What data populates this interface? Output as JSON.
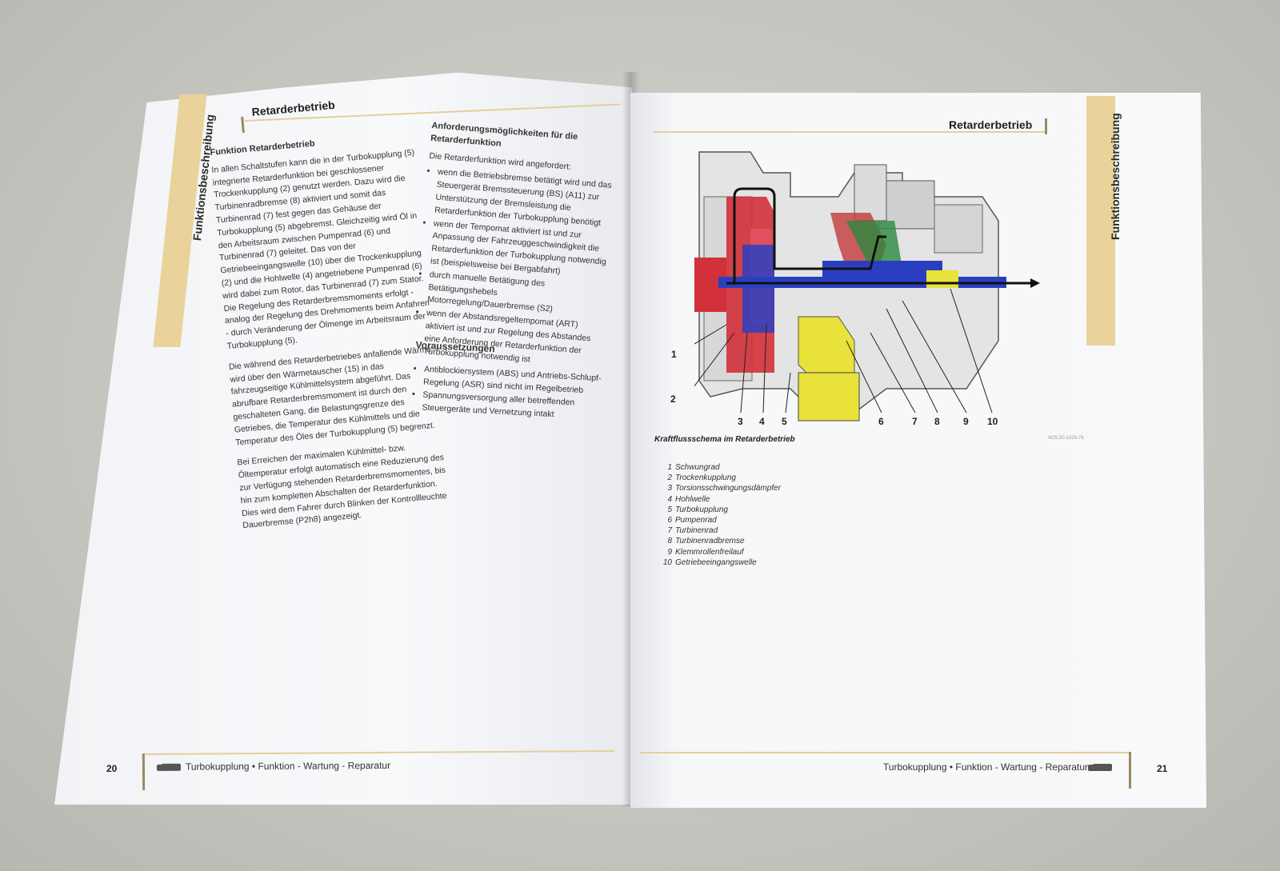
{
  "left_page": {
    "side_tab": "Funktionsbeschreibung",
    "header": "Retarderbetrieb",
    "col1": {
      "subheading": "Funktion Retarderbetrieb",
      "p1": "In allen Schaltstufen kann die in der Turbokupplung (5) integrierte Retarderfunktion bei geschlossener Trockenkupplung (2) genutzt werden. Dazu wird die Turbinenradbremse (8) aktiviert und somit das Turbinenrad (7) fest gegen das Gehäuse der Turbokupplung (5) abgebremst. Gleichzeitig wird Öl in den Arbeitsraum zwischen Pumpenrad (6) und Turbinenrad (7) geleitet. Das von der Getriebeeingangswelle (10) über die Trockenkupplung (2) und die Hohlwelle (4) angetriebene Pumpenrad (6) wird dabei zum Rotor, das Turbinenrad (7) zum Stator. Die Regelung des Retarderbremsmoments erfolgt - analog der Regelung des Drehmoments beim Anfahren - durch Veränderung der Ölmenge im Arbeitsraum der Turbokupplung (5).",
      "p2": "Die während des Retarderbetriebes anfallende Wärme wird über den Wärmetauscher (15) in das fahrzeugseitige Kühlmittelsystem abgeführt. Das abrufbare Retarderbremsmoment ist durch den geschalteten Gang, die Belastungsgrenze des Getriebes, die Temperatur des Kühlmittels und die Temperatur des Öles der Turbokupplung (5) begrenzt.",
      "p3": "Bei Erreichen der maximalen Kühlmittel- bzw. Öltemperatur erfolgt automatisch eine Reduzierung des zur Verfügung stehenden Retarderbremsmomentes, bis hin zum kompletten Abschalten der Retarderfunktion. Dies wird dem Fahrer durch Blinken der Kontrollleuchte Dauerbremse (P2h8) angezeigt."
    },
    "col2": {
      "subheading": "Anforderungsmöglichkeiten für die Retarderfunktion",
      "intro": "Die Retarderfunktion wird angefordert:",
      "bullets": [
        "wenn die Betriebsbremse betätigt wird und das Steuergerät Bremssteuerung (BS) (A11) zur Unterstützung der Bremsleistung die Retarderfunktion der Turbokupplung benötigt",
        "wenn der Tempomat aktiviert ist und zur Anpassung der Fahrzeuggeschwindigkeit die Retarderfunktion der Turbokupplung notwendig ist (beispielsweise bei Bergabfahrt)",
        "durch manuelle Betätigung des Betätigungshebels Motorregelung/Dauerbremse (S2)",
        "wenn der Abstandsregeltempomat (ART) aktiviert ist und zur Regelung des Abstandes eine Anforderung der Retarderfunktion der Turbokupplung notwendig ist"
      ],
      "subheading2": "Voraussetzungen",
      "bullets2": [
        "Antiblockiersystem (ABS) und Antriebs-Schlupf-Regelung (ASR) sind nicht im Regelbetrieb",
        "Spannungsversorgung aller betreffenden Steuergeräte und Vernetzung intakt"
      ]
    },
    "page_number": "20",
    "footer": "Turbokupplung • Funktion - Wartung - Reparatur"
  },
  "right_page": {
    "side_tab": "Funktionsbeschreibung",
    "header": "Retarderbetrieb",
    "figure_caption": "Kraftflussschema im Retarderbetrieb",
    "figure_id": "W25.50-1029-76",
    "callouts": [
      "1",
      "2",
      "3",
      "4",
      "5",
      "6",
      "7",
      "8",
      "9",
      "10"
    ],
    "legend": [
      {
        "n": "1",
        "label": "Schwungrad"
      },
      {
        "n": "2",
        "label": "Trockenkupplung"
      },
      {
        "n": "3",
        "label": "Torsionsschwingungsdämpfer"
      },
      {
        "n": "4",
        "label": "Hohlwelle"
      },
      {
        "n": "5",
        "label": "Turbokupplung"
      },
      {
        "n": "6",
        "label": "Pumpenrad"
      },
      {
        "n": "7",
        "label": "Turbinenrad"
      },
      {
        "n": "8",
        "label": "Turbinenradbremse"
      },
      {
        "n": "9",
        "label": "Klemmrollenfreilauf"
      },
      {
        "n": "10",
        "label": "Getriebeeingangswelle"
      }
    ],
    "page_number": "21",
    "footer": "Turbokupplung • Funktion - Wartung - Reparatur"
  },
  "colors": {
    "tab": "#e9d39a",
    "rule": "#e3cf9c",
    "red": "#d2303a",
    "blue": "#2a3fc0",
    "yellow": "#e8e23a",
    "green": "#2b8a3e"
  }
}
